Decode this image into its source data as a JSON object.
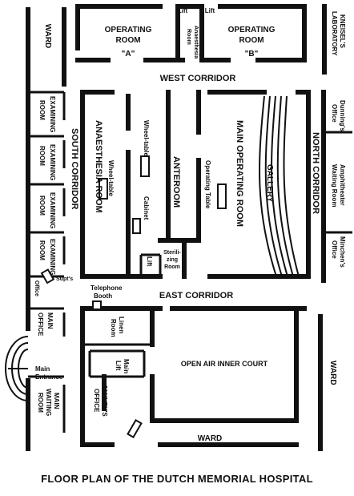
{
  "caption": "FLOOR PLAN OF THE DUTCH MEMORIAL HOSPITAL",
  "rooms": {
    "ward_top": "WARD",
    "or_a_line1": "OPERATING",
    "or_a_line2": "ROOM",
    "or_a_line3": "\"A\"",
    "or_b_line1": "OPERATING",
    "or_b_line2": "ROOM",
    "or_b_line3": "\"B\"",
    "lift_1": "Lift",
    "lift_2": "Lift",
    "anaesthesia_room_small_1": "Anaesthesia",
    "anaesthesia_room_small_2": "Room",
    "kneisel_1": "KNEISEL'S",
    "kneisel_2": "LABORATORY",
    "west_corridor": "WEST CORRIDOR",
    "examining_1": "EXAMINING",
    "examining_2": "EXAMINING",
    "examining_3": "EXAMINING",
    "examining_4": "EXAMINING",
    "room_label": "ROOM",
    "south_corridor": "SOUTH CORRIDOR",
    "anaesthesia_room": "ANAESTHESIA ROOM",
    "wheel_table": "Wheel-table",
    "cabinet": "Cabinet",
    "anteroom": "ANTEROOM",
    "main_operating_room": "MAIN OPERATING ROOM",
    "operating_table": "Operating Table",
    "gallery": "GALLERY",
    "dunning_1": "Dunning's",
    "dunning_2": "Office",
    "amphitheater_1": "Amphitheater",
    "amphitheater_2": "Waiting Room",
    "north_corridor": "NORTH CORRIDOR",
    "minchen_1": "Minchen's",
    "minchen_2": "Office",
    "lift_small": "Lift",
    "sterilizing_1": "Sterili-",
    "sterilizing_2": "zing",
    "sterilizing_3": "Room",
    "supt_1": "Supt's",
    "supt_2": "Office",
    "telephone_1": "Telephone",
    "telephone_2": "Booth",
    "east_corridor": "EAST CORRIDOR",
    "main_office_1": "MAIN",
    "main_office_2": "OFFICE",
    "main_entrance_1": "Main",
    "main_entrance_2": "Entrance",
    "main_waiting_1": "MAIN",
    "main_waiting_2": "WAITING",
    "main_waiting_3": "ROOM",
    "linen_1": "Linen",
    "linen_2": "Room",
    "main_lift_1": "Main",
    "main_lift_2": "Lift",
    "inner_court": "OPEN AIR INNER COURT",
    "janney_1": "JANNEY'S",
    "janney_2": "OFFICE",
    "ward_bottom": "WARD",
    "ward_right": "WARD"
  }
}
